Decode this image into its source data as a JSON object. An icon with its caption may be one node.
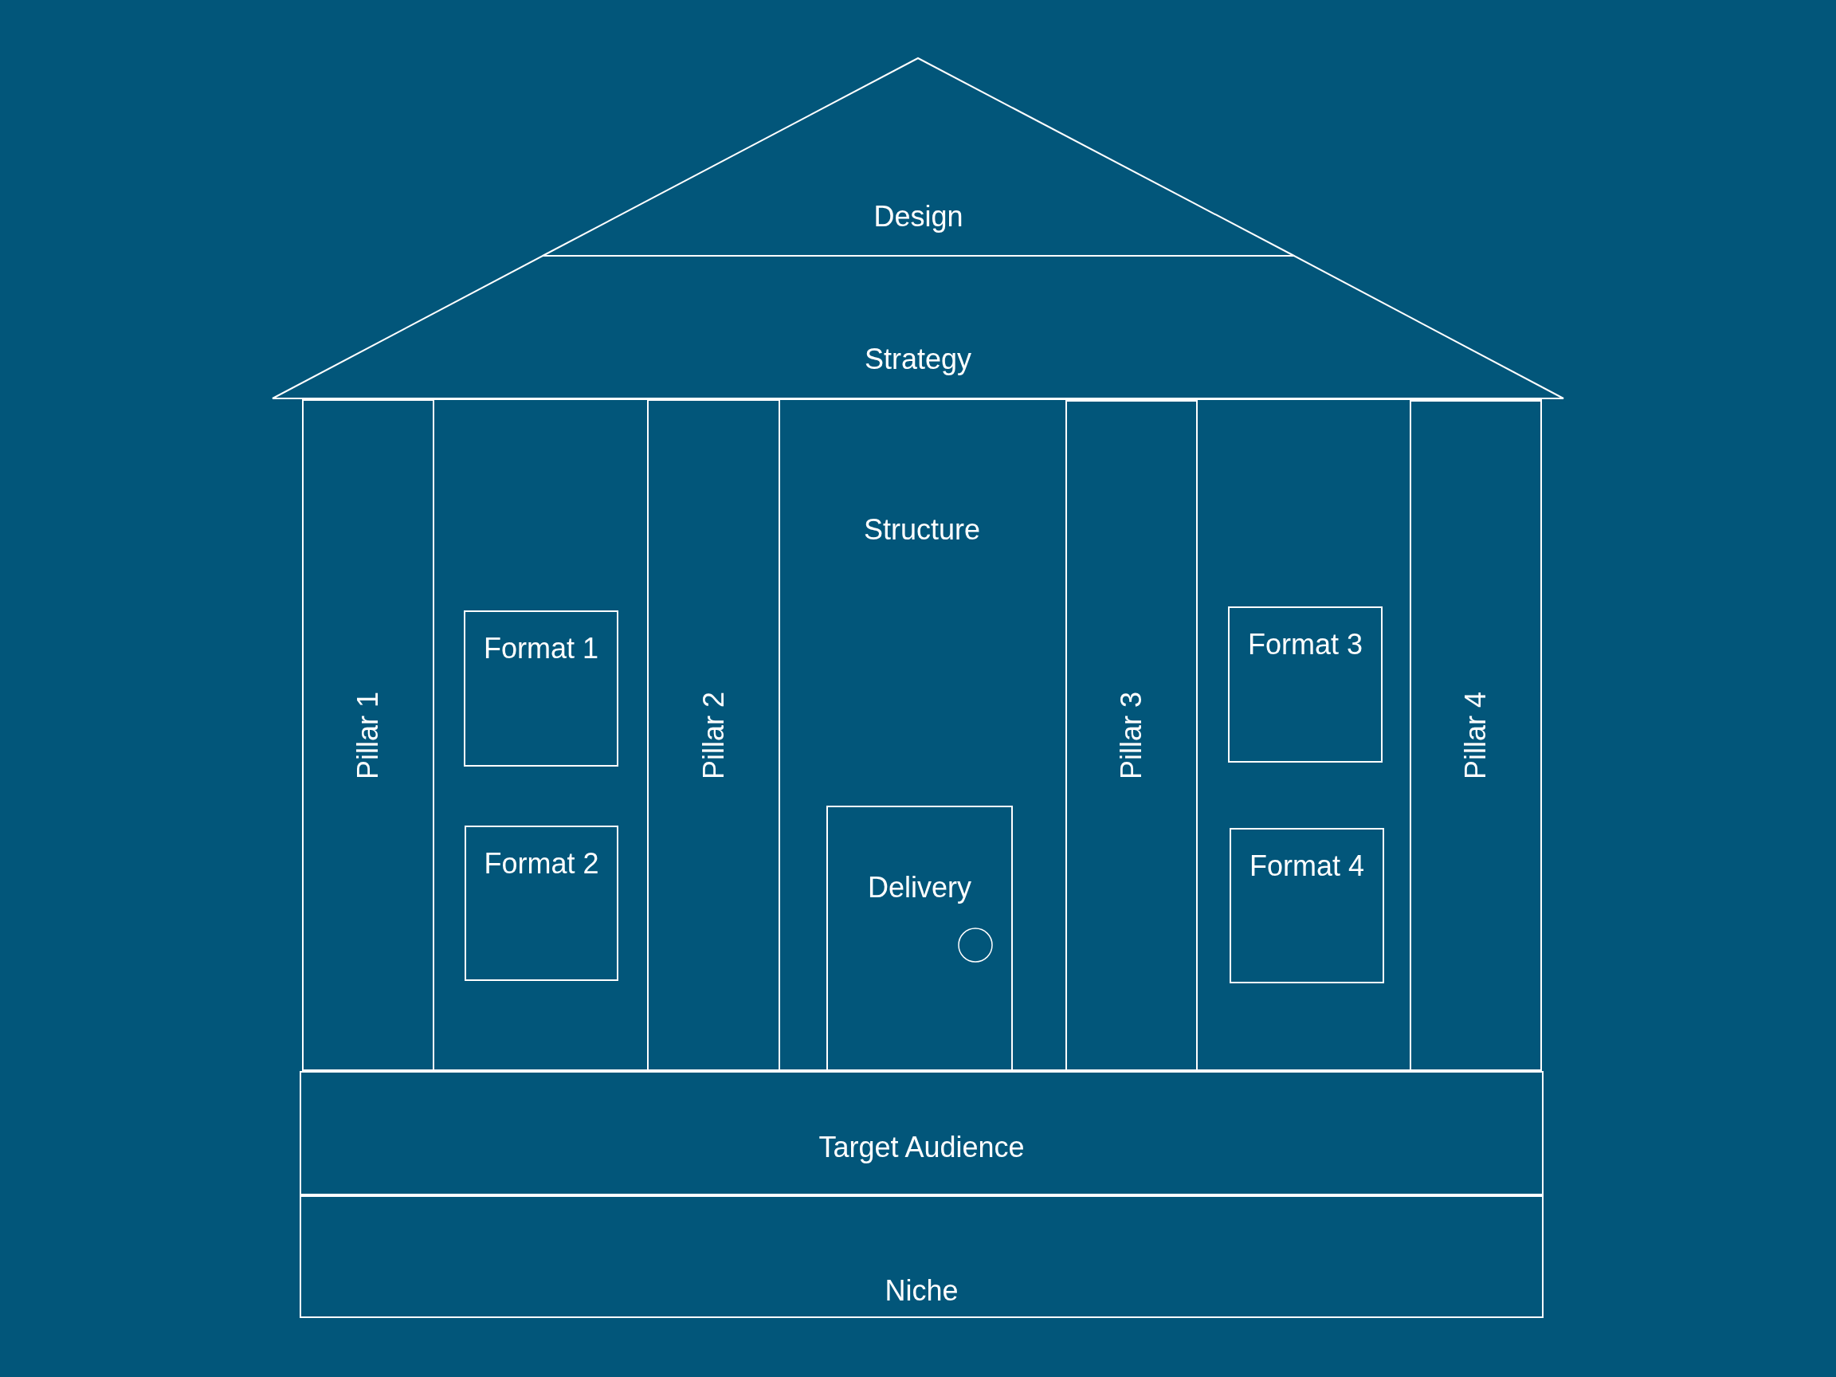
{
  "diagram": {
    "nodes": [
      {
        "text": [
          "Design"
        ]
      },
      {
        "text": [
          "Strategy"
        ]
      },
      {
        "text": [
          "Structure"
        ]
      },
      {
        "text": [
          "Pillar 1"
        ],
        "in": 2
      },
      {
        "text": [
          "Format 1"
        ],
        "in": 2
      },
      {
        "text": [
          "Format 2"
        ],
        "in": 2
      },
      {
        "text": [
          "Pillar 2"
        ],
        "in": 2
      },
      {
        "text": [
          "Delivery"
        ],
        "in": 2
      },
      {
        "text": [
          "Pillar 3"
        ],
        "in": 2
      },
      {
        "text": [
          "Format 3"
        ],
        "in": 2
      },
      {
        "text": [
          "Format 4"
        ],
        "in": 2
      },
      {
        "text": [
          "Pillar 4"
        ],
        "in": 2
      },
      {
        "text": [
          "Target Audience"
        ]
      },
      {
        "text": [
          "Niche"
        ]
      }
    ]
  }
}
